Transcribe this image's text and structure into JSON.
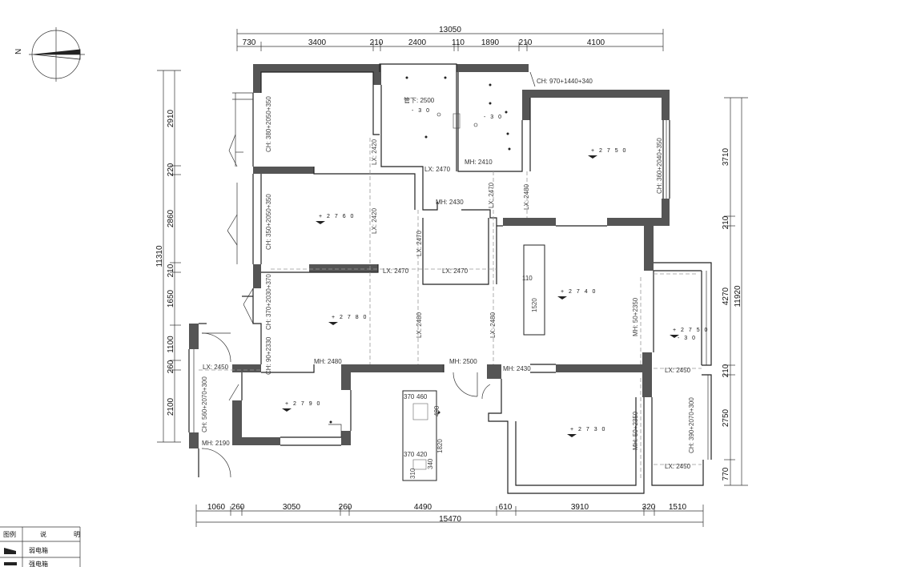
{
  "compass": {
    "label": "N"
  },
  "dims_top": [
    {
      "label": "13050"
    },
    {
      "label": "730"
    },
    {
      "label": "3400"
    },
    {
      "label": "210"
    },
    {
      "label": "2400"
    },
    {
      "label": "110"
    },
    {
      "label": "1890"
    },
    {
      "label": "210"
    },
    {
      "label": "4100"
    }
  ],
  "dims_bottom": [
    {
      "label": "1060"
    },
    {
      "label": "260"
    },
    {
      "label": "3050"
    },
    {
      "label": "260"
    },
    {
      "label": "4490"
    },
    {
      "label": "610"
    },
    {
      "label": "3910"
    },
    {
      "label": "320"
    },
    {
      "label": "1510"
    },
    {
      "label": "15470"
    }
  ],
  "dims_left": [
    {
      "label": "11310"
    },
    {
      "label": "2910"
    },
    {
      "label": "220"
    },
    {
      "label": "2860"
    },
    {
      "label": "210"
    },
    {
      "label": "1650"
    },
    {
      "label": "1100"
    },
    {
      "label": "260"
    },
    {
      "label": "2100"
    }
  ],
  "dims_right": [
    {
      "label": "3710"
    },
    {
      "label": "210"
    },
    {
      "label": "4270"
    },
    {
      "label": "11920"
    },
    {
      "label": "210"
    },
    {
      "label": "2750"
    },
    {
      "label": "770"
    }
  ],
  "annotations": {
    "ch_top": "CH: 970+1440+340",
    "pipe": "管下: 2500",
    "minus30": "- 3 0",
    "minus30b": "- 3 0",
    "minus30c": "- 3 0",
    "mh2410": "MH: 2410",
    "mh2430a": "MH: 2430",
    "mh2430b": "MH: 2430",
    "mh2480": "MH: 2480",
    "mh2500": "MH: 2500",
    "mh2190": "MH: 2190",
    "lx2470a": "LX: 2470",
    "lx2470b": "LX: 2470",
    "lx2470c": "LX: 2470",
    "lx2450a": "LX: 2450",
    "lx2450b": "LX: 2450",
    "lx2450c": "LX: 2450",
    "lx2420a": "LX: 2420",
    "lx2420b": "LX: 2420",
    "lx2470v": "LX: 2470",
    "lx2470v2": "LX: 2470",
    "lx2480v": "LX: 2480",
    "lx2480v2": "LX: 2480",
    "lx2480v3": "LX: 2480",
    "ch_left1": "CH: 380+2050+350",
    "ch_left2": "CH: 350+2050+350",
    "ch_left3": "CH: 370+2030+370",
    "ch_left4": "CH: 90+2330",
    "ch_left5": "CH: 560+2070+300",
    "ch_right1": "CH: 360+2040+350",
    "ch_right2": "CH: 390+2070+300",
    "mh_right1": "MH: 50+2350",
    "mh_right2": "MH: 50+2350",
    "elev_2750a": "+ 2 7 5 0",
    "elev_2760": "+ 2 7 6 0",
    "elev_2780": "+ 2 7 8 0",
    "elev_2790": "+ 2 7 9 0",
    "elev_2740": "+ 2 7 4 0",
    "elev_2750b": "+ 2 7 5 0",
    "elev_2730": "+ 2 7 3 0",
    "island_w": "110",
    "island_h": "1520",
    "box_370a": "370",
    "box_460": "460",
    "box_490": "490",
    "box_1820": "1820",
    "box_370b": "370",
    "box_420": "420",
    "box_340": "340",
    "box_310": "310"
  },
  "legend": {
    "header_symbol": "图例",
    "header_desc": "说",
    "header_desc2": "明",
    "row1": "弱电箱",
    "row2": "强电箱"
  }
}
